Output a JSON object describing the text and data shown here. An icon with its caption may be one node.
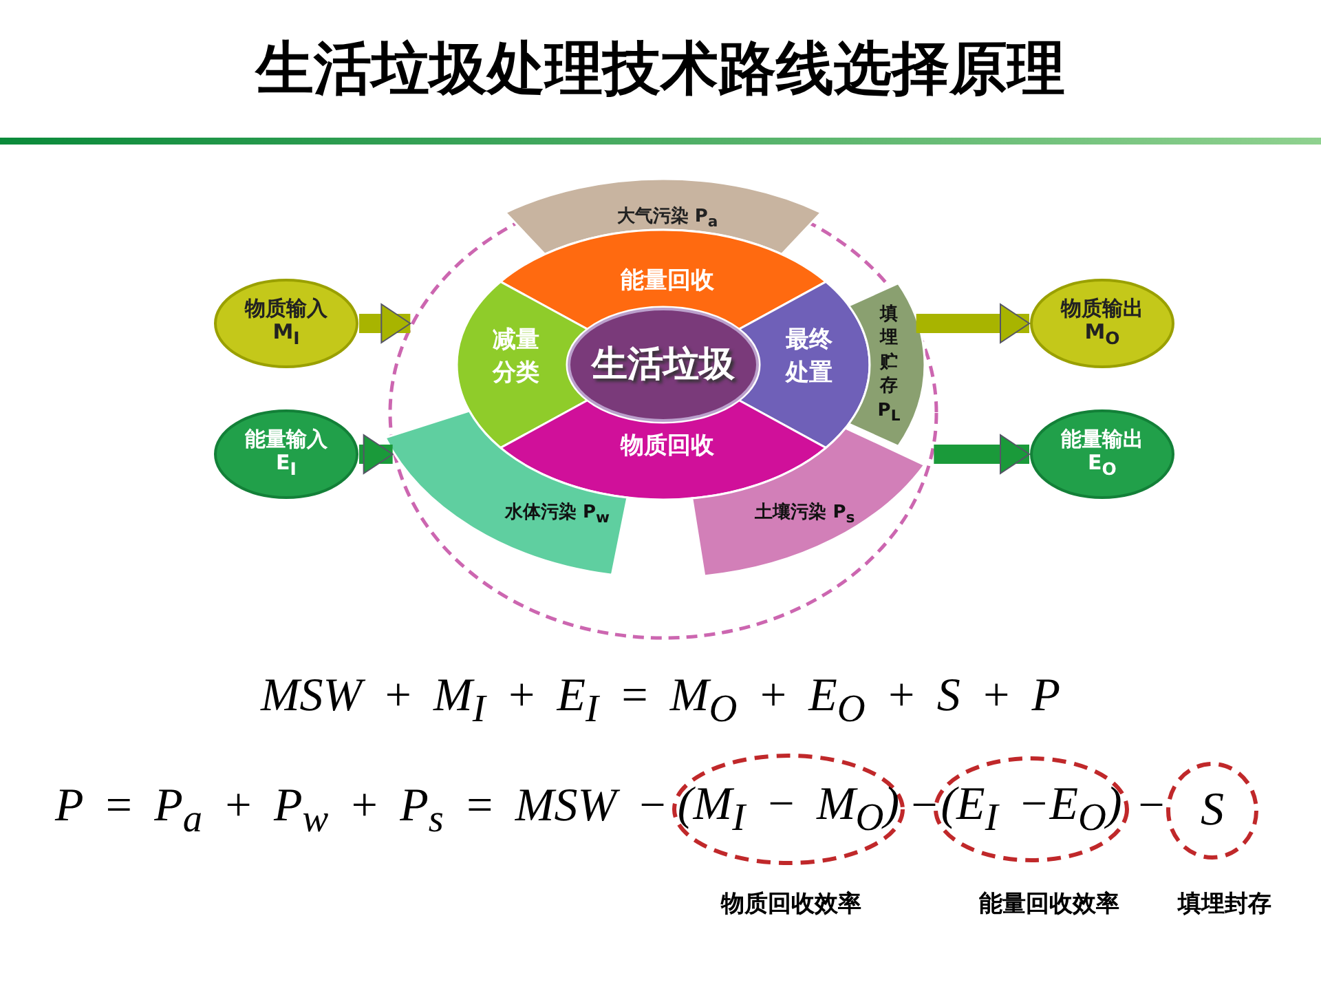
{
  "diagram": {
    "title": "生活垃圾处理技术路线选择原理",
    "nodes": [
      {
        "text": [
          "物质输入",
          "M$_{I}$"
        ]
      },
      {
        "text": [
          "能量输入",
          "E$_{I}$"
        ]
      },
      {
        "text": [],
        "shape": "circle"
      },
      {
        "text": [
          "大气污染 P$_{a}$"
        ],
        "in": 2
      },
      {
        "text": [
          "能量回收"
        ],
        "in": 2
      },
      {
        "text": [
          "减量分类"
        ],
        "in": 2
      },
      {
        "text": [
          "生活垃圾"
        ],
        "in": 2
      },
      {
        "text": [
          "最终处置"
        ],
        "in": 2
      },
      {
        "text": [
          "物质回收"
        ],
        "in": 2
      },
      {
        "text": [
          "填埋贮存P$_{L}$"
        ],
        "in": 2
      },
      {
        "text": [
          "水体污染 P$_{w}$"
        ],
        "in": 2
      },
      {
        "text": [
          "土壤污染 P$_{s}$"
        ],
        "in": 2
      },
      {
        "text": [
          "物质输出",
          "M$_{O}$"
        ]
      },
      {
        "text": [
          "能量输出",
          "E$_{O}$"
        ]
      },
      {
        "text": [
          "(M$_{I}$ − M$_{O}$)"
        ],
        "beside": [
          "物质回收效率"
        ]
      },
      {
        "text": [
          "(E$_{I}$ −E$_{O}$)"
        ],
        "beside": [
          "能量回收效率"
        ]
      },
      {
        "text": [
          "S"
        ],
        "beside": [
          "填埋封存"
        ]
      }
    ],
    "edges": [
      {
        "from": 0,
        "to": 2,
        "arrow": "to",
        "color": "#a8b400"
      },
      {
        "from": 1,
        "to": 2,
        "arrow": "to",
        "color": "#1a9a3a"
      },
      {
        "from": 2,
        "to": 12,
        "arrow": "to",
        "color": "#a8b400"
      },
      {
        "from": 2,
        "to": 13,
        "arrow": "to",
        "color": "#1a9a3a"
      }
    ],
    "labels": [
      "MSW + M$_{I}$ + E$_{I}$ = M$_{O}$ + E$_{O}$ + S + P",
      "P = P$_{a}$ + P$_{w}$ + P$_{s}$ = MSW −",
      "−",
      "−"
    ]
  }
}
